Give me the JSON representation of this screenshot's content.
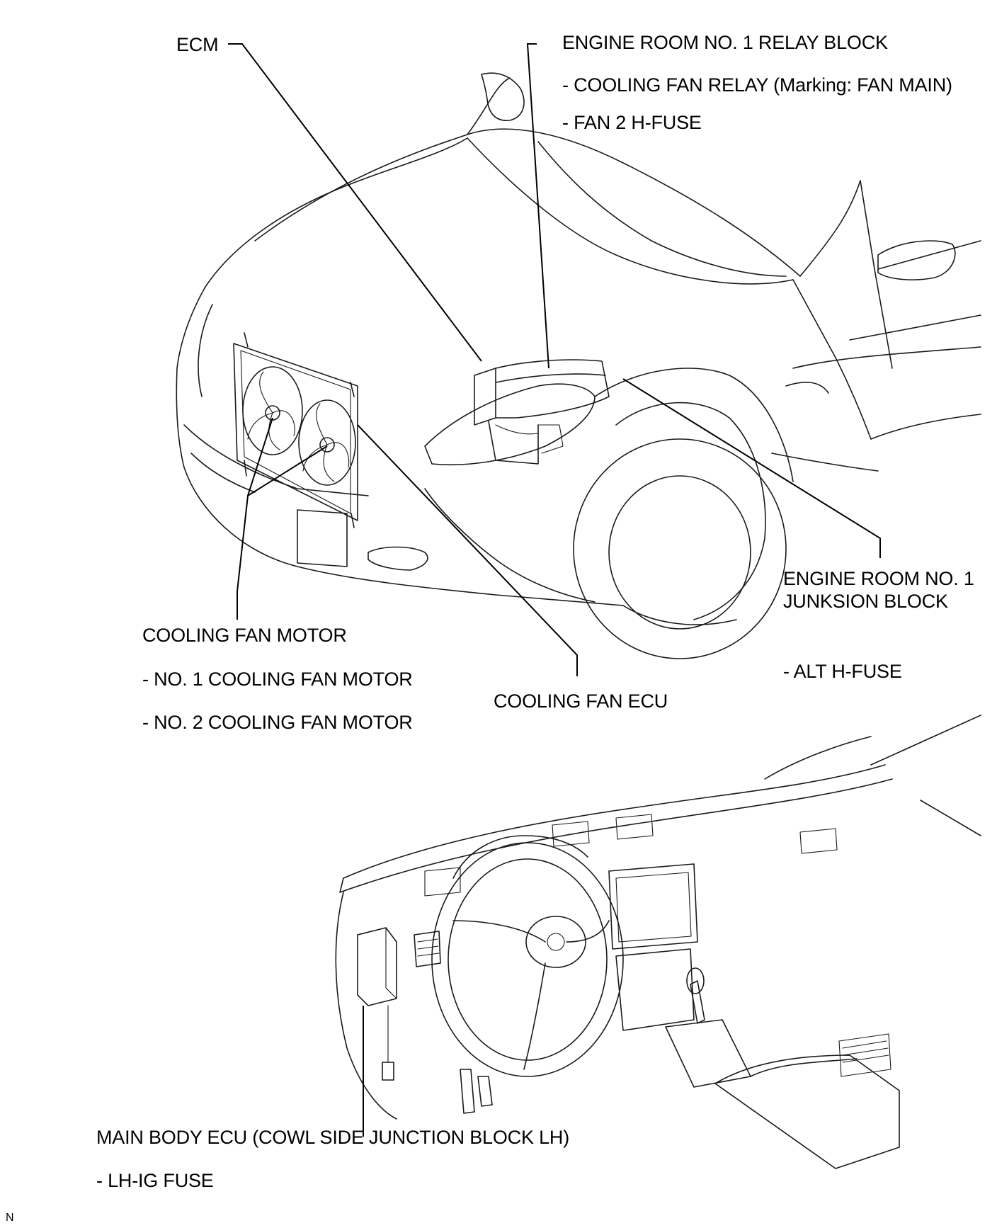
{
  "labels": {
    "ecm": "ECM",
    "er_relay_block": {
      "title": "ENGINE ROOM NO. 1 RELAY BLOCK",
      "items": [
        "- COOLING FAN RELAY (Marking: FAN MAIN)",
        "- FAN 2 H-FUSE"
      ]
    },
    "er_junction_block": {
      "title_line1": "ENGINE ROOM NO. 1",
      "title_line2": "JUNKSION BLOCK",
      "items": [
        "- ALT H-FUSE"
      ]
    },
    "cooling_fan_motor": {
      "title": "COOLING FAN MOTOR",
      "items": [
        "- NO. 1 COOLING FAN MOTOR",
        "- NO. 2 COOLING FAN MOTOR"
      ]
    },
    "cooling_fan_ecu": "COOLING FAN ECU",
    "main_body_ecu": {
      "title": "MAIN BODY ECU (COWL SIDE JUNCTION BLOCK LH)",
      "items": [
        "- LH-IG FUSE"
      ]
    },
    "corner_mark": "N"
  },
  "colors": {
    "line": "#000000",
    "background": "#ffffff"
  }
}
